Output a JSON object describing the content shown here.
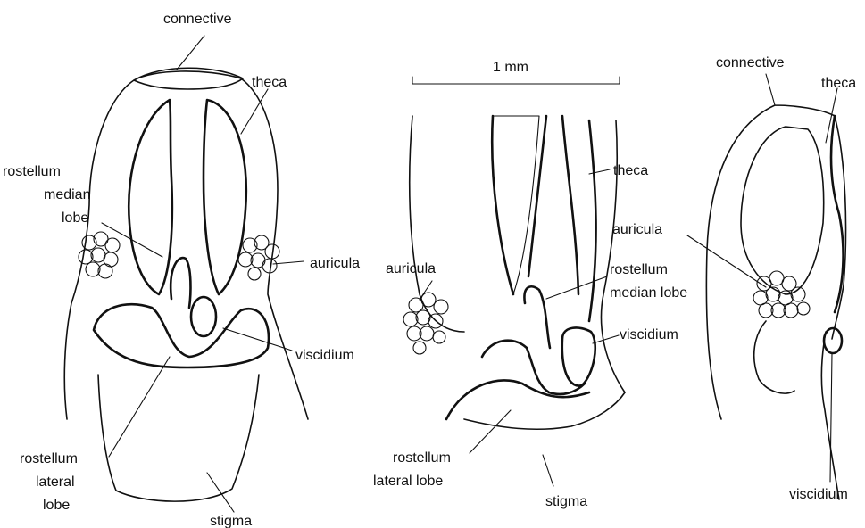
{
  "scale_bar": {
    "label": "1 mm"
  },
  "labels": {
    "left": {
      "connective": "connective",
      "theca": "theca",
      "rostellum_median_lobe": [
        "rostellum",
        "median",
        "lobe"
      ],
      "auricula": "auricula",
      "viscidium": "viscidium",
      "rostellum_lateral_lobe": [
        "rostellum",
        "lateral",
        "lobe"
      ],
      "stigma": "stigma"
    },
    "middle": {
      "theca": "theca",
      "auricula": "auricula",
      "rostellum_median_lobe": [
        "rostellum",
        "median lobe"
      ],
      "viscidium": "viscidium",
      "rostellum_lateral_lobe": [
        "rostellum",
        "lateral lobe"
      ],
      "stigma": "stigma"
    },
    "right": {
      "connective": "connective",
      "theca": "theca",
      "viscidium": "viscidium"
    }
  },
  "colors": {
    "ink": "#111111",
    "paper": "#ffffff"
  }
}
